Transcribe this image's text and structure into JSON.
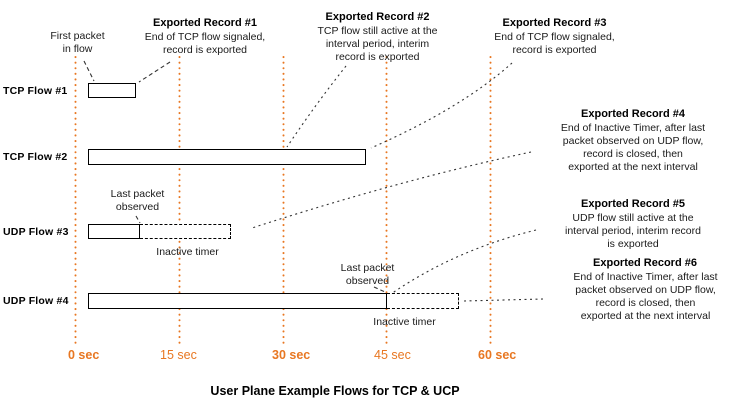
{
  "diagram": {
    "caption": "User Plane Example Flows for TCP & UCP",
    "accent_color": "#E87722",
    "axis_ticks": [
      {
        "label": "0 sec",
        "sec": 0,
        "emphasis": "bold"
      },
      {
        "label": "15 sec",
        "sec": 15,
        "emphasis": "normal"
      },
      {
        "label": "30 sec",
        "sec": 30,
        "emphasis": "bold"
      },
      {
        "label": "45 sec",
        "sec": 45,
        "emphasis": "normal"
      },
      {
        "label": "60 sec",
        "sec": 60,
        "emphasis": "bold"
      }
    ],
    "flows": [
      {
        "label": "TCP Flow #1",
        "active_start_sec": 0,
        "active_end_sec": 7,
        "inactive_timer_end_sec": null
      },
      {
        "label": "TCP Flow #2",
        "active_start_sec": 0,
        "active_end_sec": 42,
        "inactive_timer_end_sec": null
      },
      {
        "label": "UDP Flow #3",
        "active_start_sec": 0,
        "active_end_sec": 8,
        "inactive_timer_end_sec": 22
      },
      {
        "label": "UDP Flow #4",
        "active_start_sec": 0,
        "active_end_sec": 45,
        "inactive_timer_end_sec": 56
      }
    ],
    "annotations": {
      "first_packet": "First packet\nin flow",
      "record1_title": "Exported Record #1",
      "record1_body": "End of TCP flow signaled,\nrecord is exported",
      "record2_title": "Exported Record #2",
      "record2_body": "TCP flow still active at the\ninterval period, interim\nrecord is exported",
      "record3_title": "Exported Record #3",
      "record3_body": "End of TCP flow signaled,\nrecord is exported",
      "record4_title": "Exported Record #4",
      "record4_body": "End of Inactive Timer, after last\npacket observed on UDP flow,\nrecord is closed, then\nexported at the next interval",
      "record5_title": "Exported Record #5",
      "record5_body": "UDP flow still active at the\ninterval period, interim record\nis exported",
      "record6_title": "Exported Record #6",
      "record6_body": "End of Inactive Timer, after last\npacket observed on UDP flow,\nrecord is closed, then\nexported at the next interval",
      "last_packet_observed_udp3": "Last packet\nobserved",
      "inactive_timer_udp3": "Inactive timer",
      "last_packet_observed_udp4": "Last packet\nobserved",
      "inactive_timer_udp4": "Inactive timer"
    }
  }
}
